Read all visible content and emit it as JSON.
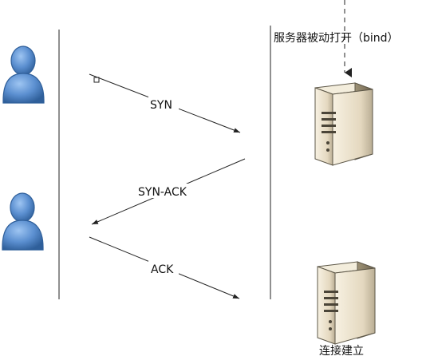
{
  "diagram": {
    "messages": {
      "syn": "SYN",
      "syn_ack": "SYN-ACK",
      "ack": "ACK"
    },
    "labels": {
      "server_passive_open": "服务器被动打开（bind）",
      "connection_established": "连接建立"
    },
    "icons": {
      "client": "user-icon",
      "server": "server-icon"
    },
    "colors": {
      "user_fill": "#5b8fd0",
      "user_stroke": "#2f5f9a",
      "server_fill": "#e8e0cc",
      "server_stroke": "#5d5748",
      "line": "#222222"
    }
  }
}
